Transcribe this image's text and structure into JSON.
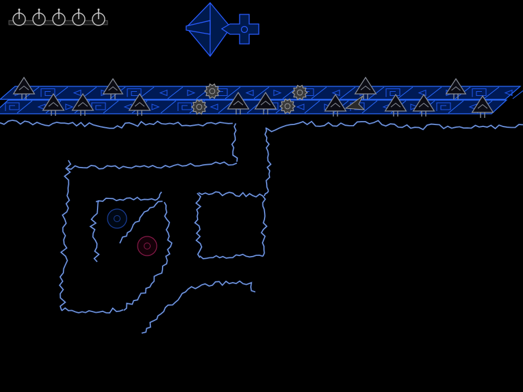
{
  "hud": {
    "lives": 5,
    "life_icon": "bomb-icon"
  },
  "colors": {
    "background": "#000000",
    "ship_fill": "#001a4d",
    "ship_stroke": "#2a5cff",
    "platform_fill": "#001a55",
    "platform_stroke": "#2a6bff",
    "glyph": "#1f56e6",
    "tree_stroke": "#8a8f9a",
    "tree_fill": "#0c0c14",
    "cog": "#9a9a9a",
    "cave_line": "#8fb6ff",
    "cave_glow": "#3a6ee8",
    "player_ring": "#1a3f9a",
    "enemy_ring": "#8a1a4a",
    "hud_icon": "#c8c8c8"
  },
  "entities": {
    "player": {
      "name": "player-orb",
      "icon": "ring-icon"
    },
    "enemy": {
      "name": "enemy-orb",
      "icon": "ring-icon"
    },
    "ship": {
      "name": "mothership",
      "icon": "ship-icon"
    }
  }
}
